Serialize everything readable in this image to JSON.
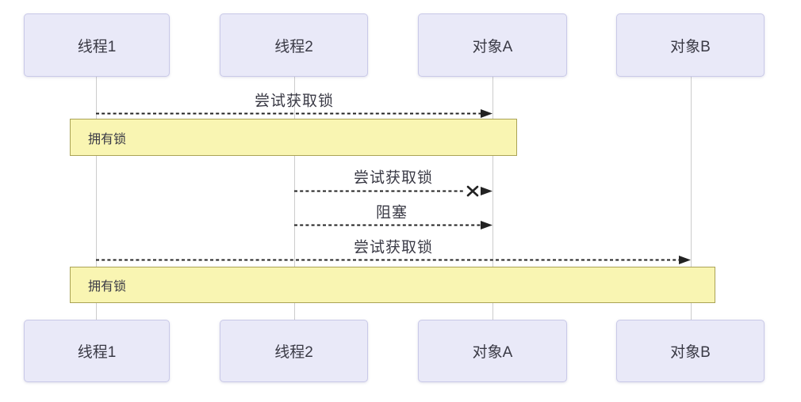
{
  "diagram": {
    "type": "sequence-diagram",
    "actors": [
      {
        "id": "thread1",
        "label": "线程1"
      },
      {
        "id": "thread2",
        "label": "线程2"
      },
      {
        "id": "objectA",
        "label": "对象A"
      },
      {
        "id": "objectB",
        "label": "对象B"
      }
    ],
    "messages": [
      {
        "label": "尝试获取锁",
        "from": "线程1",
        "to": "对象A",
        "style": "dotted",
        "status": "success"
      },
      {
        "label": "尝试获取锁",
        "from": "线程2",
        "to": "对象A",
        "style": "dotted",
        "status": "failed"
      },
      {
        "label": "阻塞",
        "from": "线程2",
        "to": "对象A",
        "style": "dotted",
        "status": "success"
      },
      {
        "label": "尝试获取锁",
        "from": "线程1",
        "to": "对象B",
        "style": "dotted",
        "status": "success"
      }
    ],
    "activations": [
      {
        "label": "拥有锁",
        "from": "线程1",
        "to": "对象A"
      },
      {
        "label": "拥有锁",
        "from": "线程1",
        "to": "对象B"
      }
    ],
    "colors": {
      "actor_fill": "#e9e9f8",
      "actor_border": "#c9c9e8",
      "activation_fill": "#f9f5b2",
      "activation_border": "#aaa355",
      "lifeline_color": "#cccccc",
      "arrow_color": "#222222",
      "label_color": "#3a3a45"
    }
  }
}
